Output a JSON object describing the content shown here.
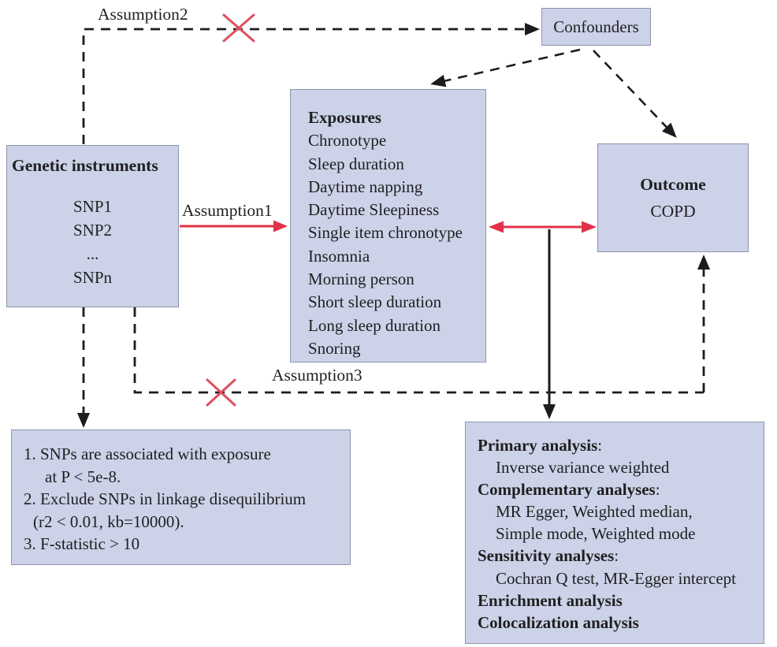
{
  "colors": {
    "box_fill": "#ccd2e8",
    "box_border": "#8e95ad",
    "line_black": "#1c1c1c",
    "arrow_red": "#e23247",
    "cross_red": "#dd4f61"
  },
  "labels": {
    "assumption1": "Assumption1",
    "assumption2": "Assumption2",
    "assumption3": "Assumption3"
  },
  "confounders": {
    "title": "Confounders"
  },
  "genetic_instruments": {
    "title": "Genetic instruments",
    "items": [
      "SNP1",
      "SNP2",
      "...",
      "SNPn"
    ]
  },
  "exposures": {
    "title": "Exposures",
    "items": [
      "Chronotype",
      "Sleep duration",
      "Daytime napping",
      "Daytime Sleepiness",
      "Single item chronotype",
      "Insomnia",
      "Morning person",
      "Short sleep duration",
      "Long sleep duration",
      "Snoring"
    ]
  },
  "outcome": {
    "title": "Outcome",
    "value": "COPD"
  },
  "snp_criteria": {
    "lines": [
      "1. SNPs are associated with exposure",
      "at P < 5e-8.",
      "2. Exclude SNPs in linkage disequilibrium",
      "(r2 < 0.01, kb=10000).",
      "3. F-statistic > 10"
    ]
  },
  "analyses": {
    "sections": [
      {
        "heading": "Primary analysis",
        "suffix": ":",
        "details": [
          "Inverse variance weighted"
        ]
      },
      {
        "heading": "Complementary analyses",
        "suffix": ":",
        "details": [
          "MR Egger, Weighted median,",
          "Simple mode, Weighted mode"
        ]
      },
      {
        "heading": "Sensitivity analyses",
        "suffix": ":",
        "details": [
          "Cochran Q test, MR-Egger intercept"
        ]
      },
      {
        "heading": "Enrichment analysis",
        "details": []
      },
      {
        "heading": "Colocalization analysis",
        "details": []
      }
    ]
  }
}
